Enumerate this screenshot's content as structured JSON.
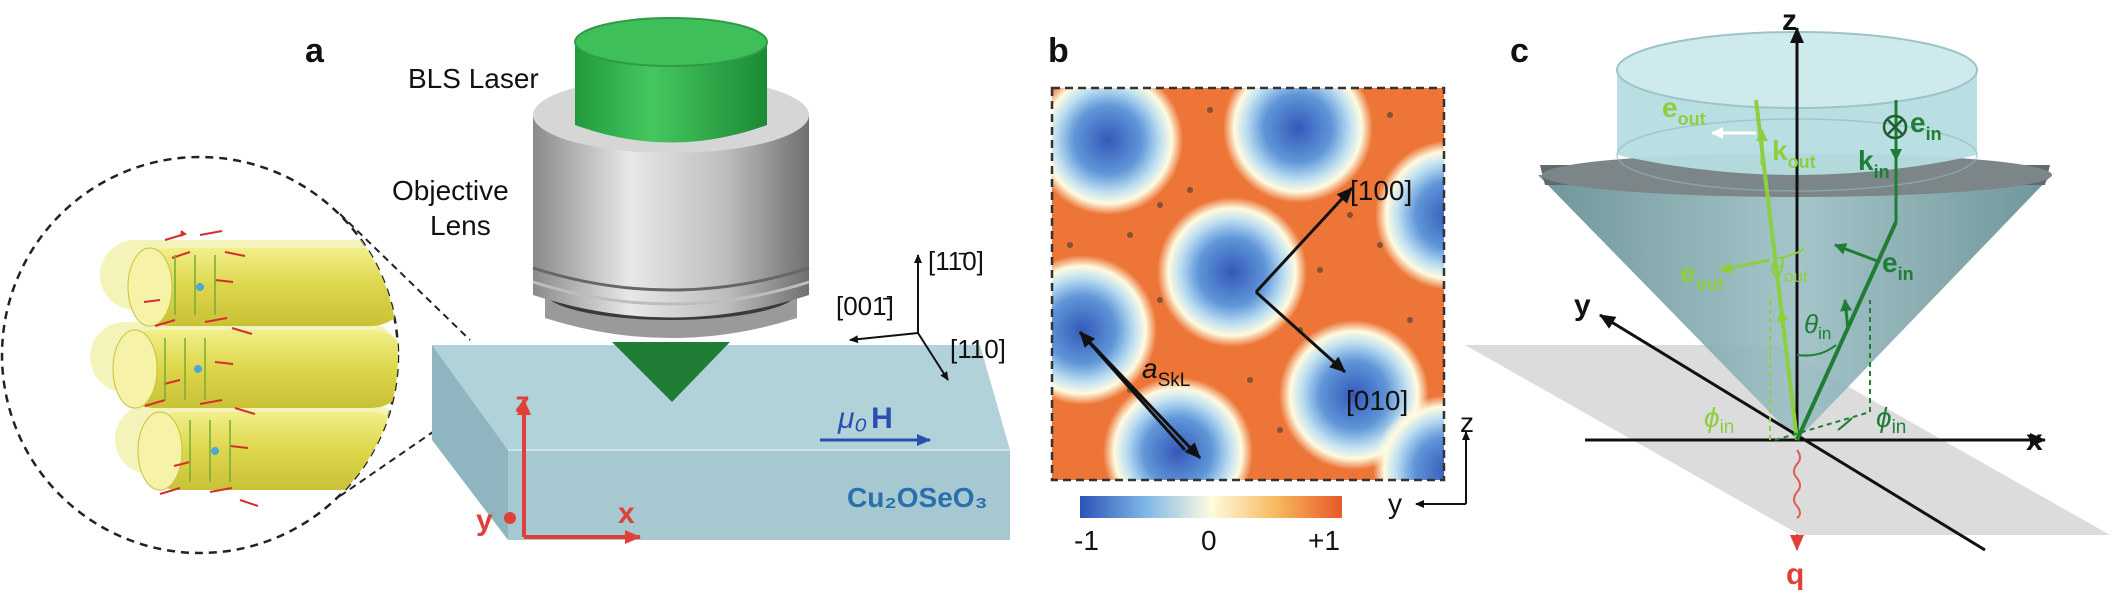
{
  "panel_a": {
    "label": "a",
    "laser_label": "BLS Laser",
    "lens_label_line1": "Objective",
    "lens_label_line2": "Lens",
    "dir_110bar": "[11̄0]",
    "dir_001bar": "[001̄]",
    "dir_110": "[110]",
    "field_mu0": "μ₀",
    "field_H": "H",
    "axis_z": "z",
    "axis_x": "x",
    "axis_y": "y",
    "material": "Cu₂OSeO₃"
  },
  "panel_b": {
    "label": "b",
    "dir_100": "[100]",
    "dir_010": "[010]",
    "lattice_a": "a",
    "lattice_sub": "SkL",
    "axis_z": "z",
    "axis_y": "y",
    "colorbar_min": "-1",
    "colorbar_mid": "0",
    "colorbar_max": "+1"
  },
  "panel_c": {
    "label": "c",
    "axis_z": "z",
    "axis_x": "x",
    "axis_y": "y",
    "e_out": "e",
    "out_sub": "out",
    "e_in": "e",
    "in_sub": "in",
    "k_out": "k",
    "k_in": "k",
    "theta": "θ",
    "phi": "ϕ",
    "q": "q"
  },
  "colors": {
    "laser_green": "#2bb24c",
    "light_green": "#8ccf3f",
    "dark_green": "#1f7d35",
    "crystal_blue": "#9ec3cd",
    "axis_red": "#e0403a",
    "field_blue": "#2a4fb0",
    "colorbar_low": "#2b52b8",
    "colorbar_high": "#e8592a"
  }
}
